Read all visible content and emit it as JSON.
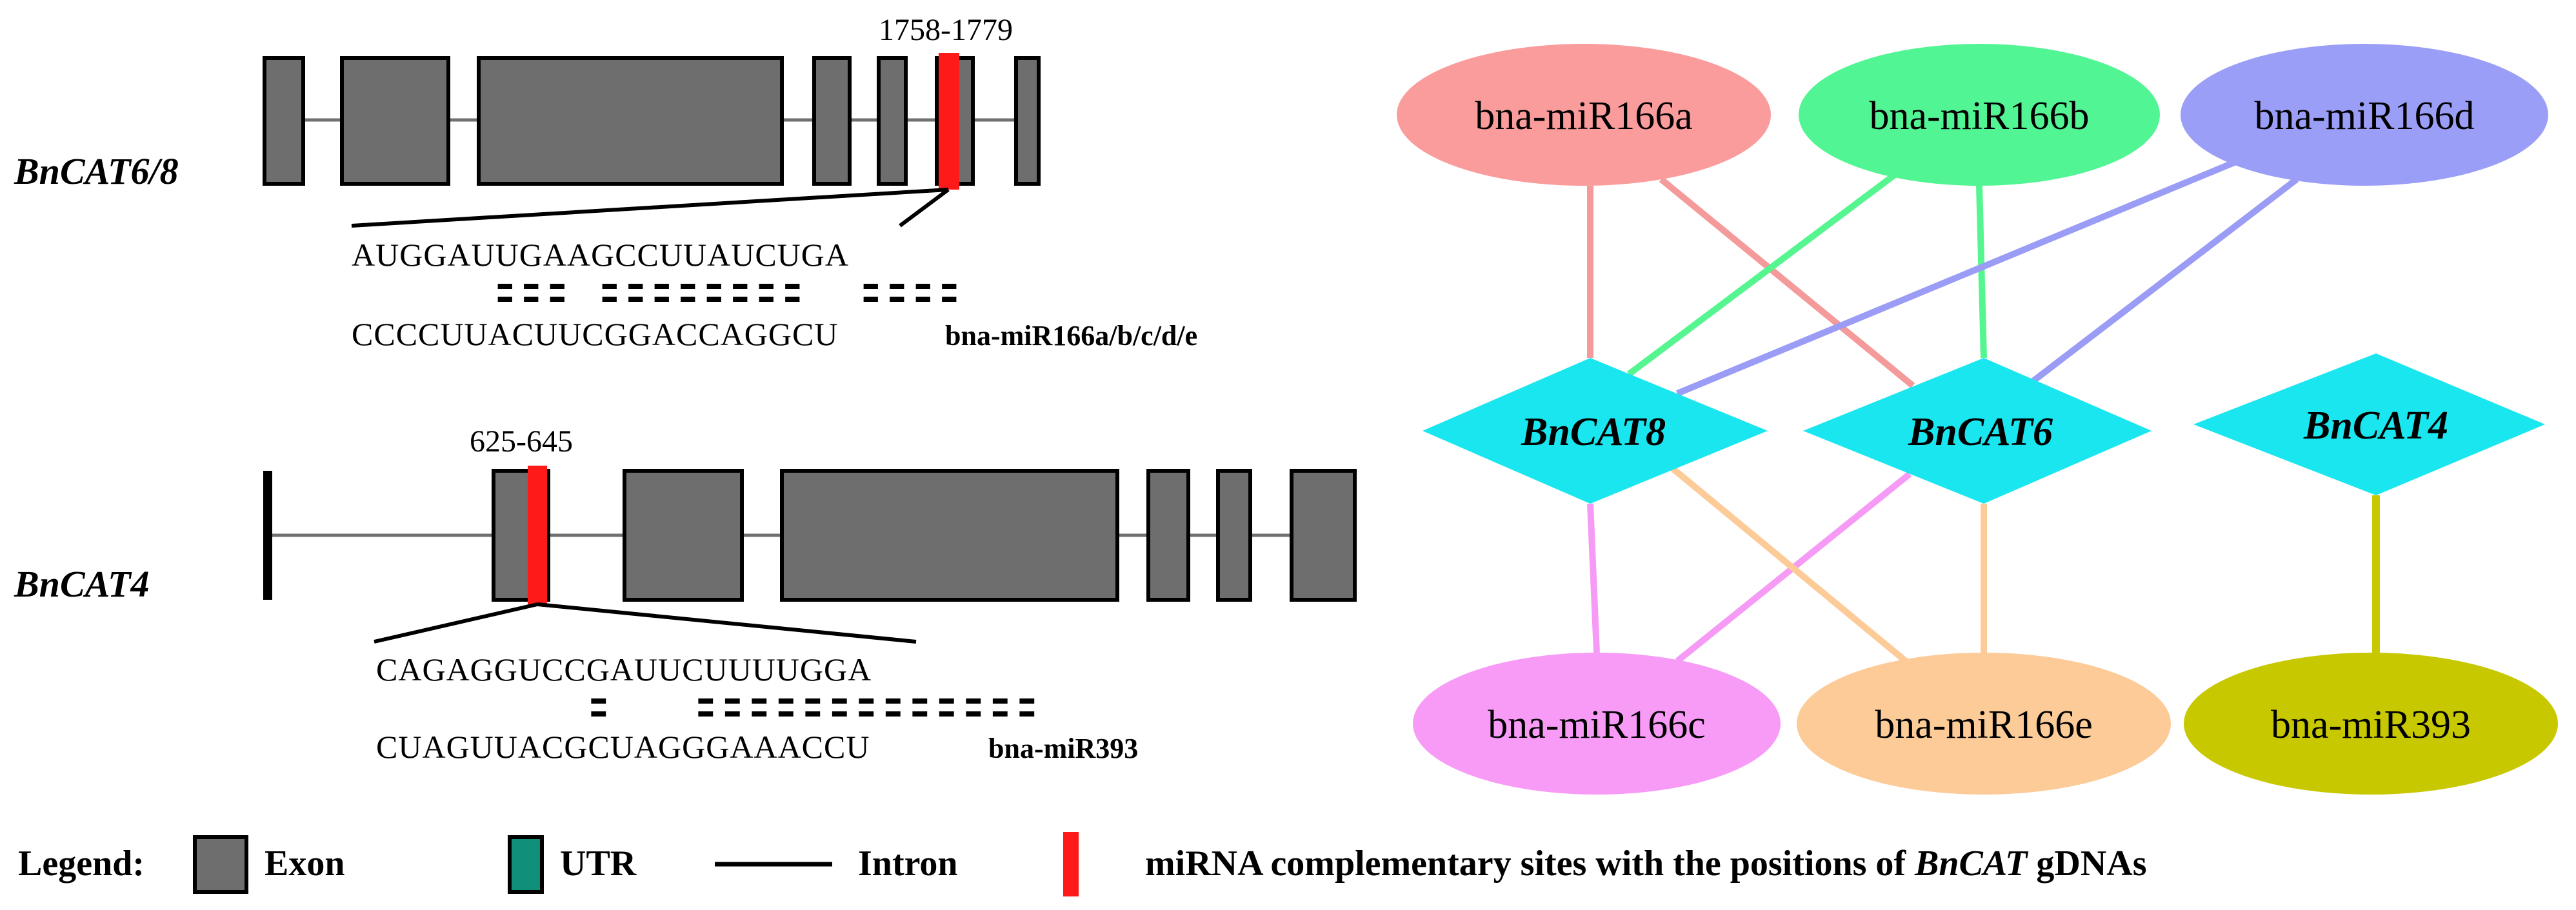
{
  "genes": {
    "cat68": {
      "name": "BnCAT6/8",
      "position": "1758-1779",
      "target_seq": "AUGGAUUGAAGCCUUAUCUGA",
      "mirna_seq": "CCCCUUACUUCGGACCAGGCU",
      "mirna_label": "bna-miR166a/b/c/d/e"
    },
    "cat4": {
      "name": "BnCAT4",
      "position": "625-645",
      "target_seq": "CAGAGGUCCGAUUCUUUUGGA",
      "mirna_seq": "CUAGUUACGCUAGGGAAACCU",
      "mirna_label": "bna-miR393"
    }
  },
  "network": {
    "mirnas": {
      "a": {
        "label": "bna-miR166a",
        "color": "#fa9c9c"
      },
      "b": {
        "label": "bna-miR166b",
        "color": "#52f593"
      },
      "d": {
        "label": "bna-miR166d",
        "color": "#9b9ef7"
      },
      "c": {
        "label": "bna-miR166c",
        "color": "#f79bf7"
      },
      "e": {
        "label": "bna-miR166e",
        "color": "#fccb98"
      },
      "r393": {
        "label": "bna-miR393",
        "color": "#c8c800"
      }
    },
    "genes": {
      "cat8": {
        "label": "BnCAT8"
      },
      "cat6": {
        "label": "BnCAT6"
      },
      "cat4": {
        "label": "BnCAT4"
      }
    },
    "gene_color": "#1ae6f0",
    "edges": [
      {
        "from": "a",
        "to": "cat8",
        "color": "#f59a9a"
      },
      {
        "from": "a",
        "to": "cat6",
        "color": "#f59a9a"
      },
      {
        "from": "b",
        "to": "cat8",
        "color": "#55f590"
      },
      {
        "from": "b",
        "to": "cat6",
        "color": "#55f590"
      },
      {
        "from": "d",
        "to": "cat8",
        "color": "#9a9cf5"
      },
      {
        "from": "d",
        "to": "cat6",
        "color": "#9a9cf5"
      },
      {
        "from": "c",
        "to": "cat8",
        "color": "#f59af5"
      },
      {
        "from": "c",
        "to": "cat6",
        "color": "#f59af5"
      },
      {
        "from": "e",
        "to": "cat8",
        "color": "#fccb98"
      },
      {
        "from": "e",
        "to": "cat6",
        "color": "#fccb98"
      },
      {
        "from": "r393",
        "to": "cat4",
        "color": "#c8c800"
      }
    ]
  },
  "legend": {
    "title": "Legend:",
    "exon": "Exon",
    "utr": "UTR",
    "intron": "Intron",
    "site_pre": "miRNA complementary sites with the positions of ",
    "site_gene": "BnCAT",
    "site_post": " gDNAs"
  },
  "colors": {
    "exon": "#6e6e6e",
    "utr": "#10907a",
    "site": "#ff1a1a"
  }
}
